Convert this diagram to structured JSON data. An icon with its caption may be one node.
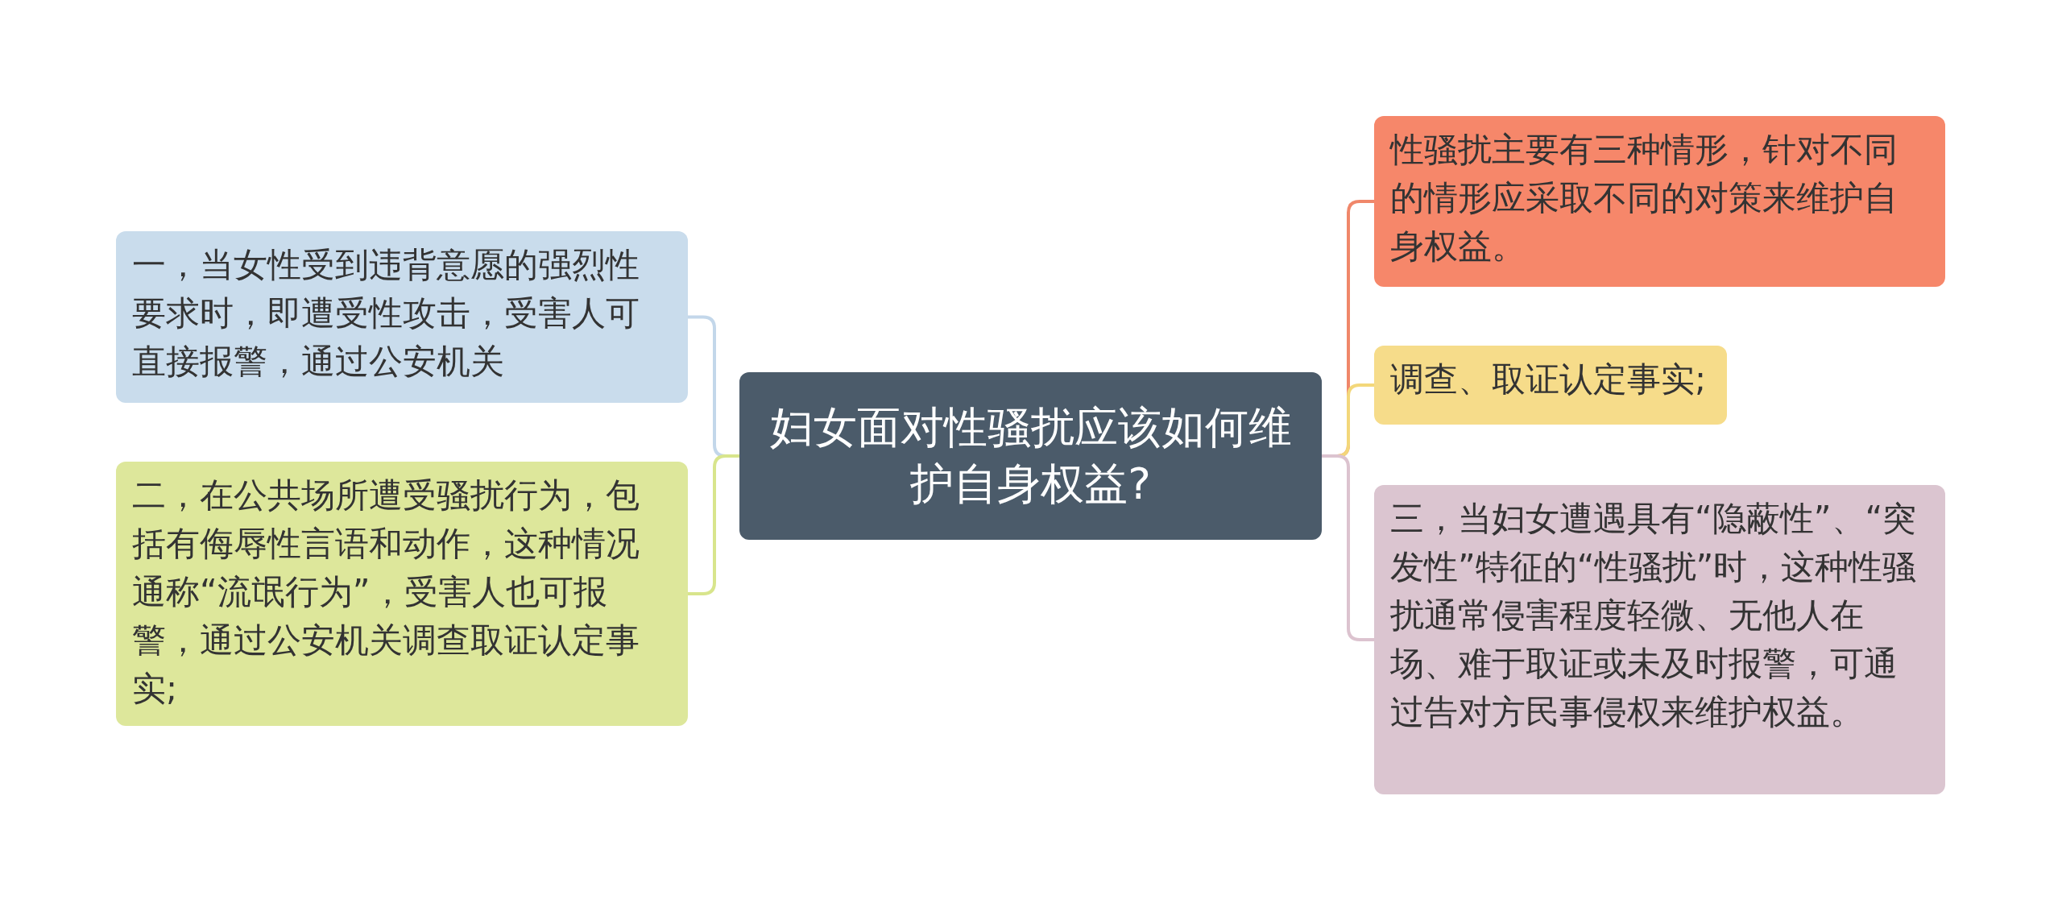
{
  "diagram": {
    "nodes": [
      {
        "text": [
          "妇女面对性骚扰应该如何维护自身权益?"
        ]
      },
      {
        "text": [
          "一，当女性受到违背意愿的强烈性要求时，即遭受性攻击，受害人可直接报警，通过公安机关"
        ]
      },
      {
        "text": [
          "二，在公共场所遭受骚扰行为，包括有侮辱性言语和动作，这种情况通称“流氓行为”，受害人也可报警，通过公安机关调查取证认定事实;"
        ]
      },
      {
        "text": [
          "性骚扰主要有三种情形，针对不同的情形应采取不同的对策来维护自身权益。"
        ]
      },
      {
        "text": [
          "调查、取证认定事实;"
        ]
      },
      {
        "text": [
          "三，当妇女遭遇具有“隐蔽性”、“突发性”特征的“性骚扰”时，这种性骚扰通常侵害程度轻微、无他人在场、难于取证或未及时报警，可通过告对方民事侵权来维护权益。"
        ]
      }
    ],
    "edges": [
      {
        "from": 0,
        "to": 1,
        "arrow": "none",
        "color": "#c3d7ea"
      },
      {
        "from": 0,
        "to": 2,
        "arrow": "none",
        "color": "#d8e58c"
      },
      {
        "from": 0,
        "to": 3,
        "arrow": "none",
        "color": "#f0876a"
      },
      {
        "from": 0,
        "to": 4,
        "arrow": "none",
        "color": "#f3d77a"
      },
      {
        "from": 0,
        "to": 5,
        "arrow": "none",
        "color": "#dcc3cf"
      }
    ]
  }
}
